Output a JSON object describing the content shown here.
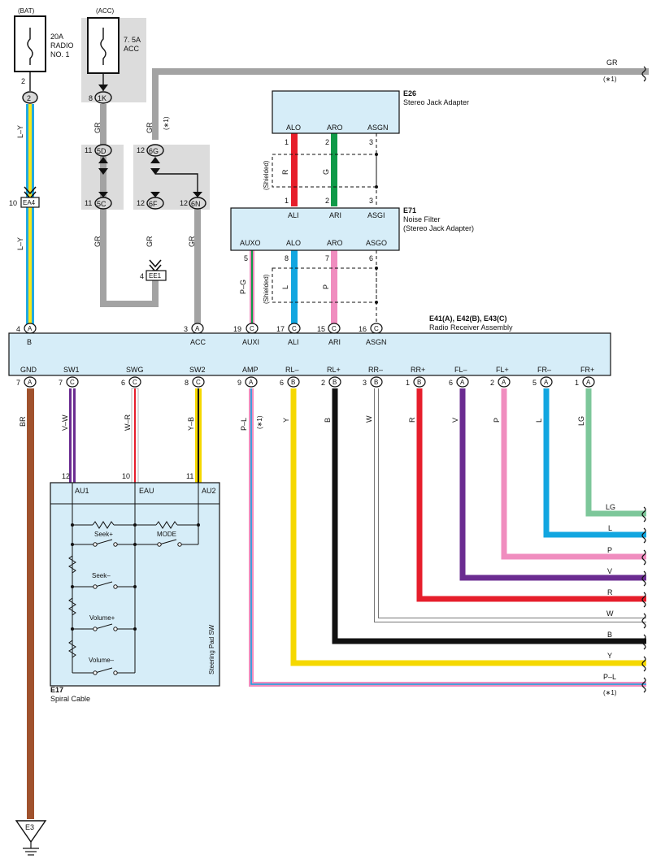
{
  "fuses": {
    "bat": {
      "supply": "(BAT)",
      "amp": "20A",
      "name": "RADIO",
      "no": "NO. 1",
      "pin": "2",
      "conn": "2"
    },
    "acc": {
      "supply": "(ACC)",
      "amp": "7. 5A",
      "name": "ACC",
      "pin": "8",
      "conn": "1K"
    }
  },
  "wires_left": {
    "bat_color": "L–Y",
    "bat_color2": "L–Y",
    "ea4_pin": "10",
    "ea4": "EA4",
    "acc_gr1": "GR",
    "acc_gr2": "GR",
    "j5d_pin": "11",
    "j5d": "5D",
    "j5c_pin": "11",
    "j5c": "5C",
    "gr_top": "GR",
    "star1_top": "(∗1)",
    "j6g_pin": "12",
    "j6g": "6G",
    "j6f_pin": "12",
    "j6f": "6F",
    "j6n_pin": "12",
    "j6n": "6N",
    "gr_mid": "GR",
    "gr_mid2": "GR",
    "ee1_pin": "4",
    "ee1": "EE1"
  },
  "top_gr": {
    "label": "GR",
    "note": "(∗1)"
  },
  "e26": {
    "code": "E26",
    "name": "Stereo Jack Adapter",
    "pins": [
      "ALO",
      "ARO",
      "ASGN"
    ],
    "nums": [
      "1",
      "2",
      "3"
    ],
    "shield": "(Shielded)",
    "wire1": "R",
    "wire2": "G"
  },
  "e71": {
    "code": "E71",
    "name": "Noise Filter",
    "name2": "(Stereo Jack Adapter)",
    "in_nums": [
      "1",
      "2",
      "3"
    ],
    "in_pins": [
      "ALI",
      "ARI",
      "ASGI"
    ],
    "out_pins": [
      "AUXO",
      "ALO",
      "ARO",
      "ASGO"
    ],
    "out_nums": [
      "5",
      "8",
      "7",
      "6"
    ],
    "shield": "(Shielded)",
    "wire_pg": "P–G",
    "wire1": "L",
    "wire2": "P"
  },
  "radio": {
    "code": "E41(A), E42(B), E43(C)",
    "name": "Radio Receiver Assembly",
    "top_pins": [
      {
        "num": "4",
        "conn": "A",
        "label": "B"
      },
      {
        "num": "3",
        "conn": "A",
        "label": "ACC"
      },
      {
        "num": "19",
        "conn": "C",
        "label": "AUXI"
      },
      {
        "num": "17",
        "conn": "C",
        "label": "ALI"
      },
      {
        "num": "15",
        "conn": "C",
        "label": "ARI"
      },
      {
        "num": "16",
        "conn": "C",
        "label": "ASGN"
      }
    ],
    "bottom_pins": [
      {
        "num": "7",
        "conn": "A",
        "label": "GND",
        "wire": "BR"
      },
      {
        "num": "7",
        "conn": "C",
        "label": "SW1",
        "wire": "V–W"
      },
      {
        "num": "6",
        "conn": "C",
        "label": "SWG",
        "wire": "W–R"
      },
      {
        "num": "8",
        "conn": "C",
        "label": "SW2",
        "wire": "Y–B"
      },
      {
        "num": "9",
        "conn": "A",
        "label": "AMP",
        "wire": "P–L"
      },
      {
        "num": "6",
        "conn": "B",
        "label": "RL–",
        "wire": "Y"
      },
      {
        "num": "2",
        "conn": "B",
        "label": "RL+",
        "wire": "B"
      },
      {
        "num": "3",
        "conn": "B",
        "label": "RR–",
        "wire": "W"
      },
      {
        "num": "1",
        "conn": "B",
        "label": "RR+",
        "wire": "R"
      },
      {
        "num": "6",
        "conn": "A",
        "label": "FL–",
        "wire": "V"
      },
      {
        "num": "2",
        "conn": "A",
        "label": "FL+",
        "wire": "P"
      },
      {
        "num": "5",
        "conn": "A",
        "label": "FR–",
        "wire": "L"
      },
      {
        "num": "1",
        "conn": "A",
        "label": "FR+",
        "wire": "LG"
      }
    ],
    "amp_note": "(∗1)"
  },
  "right_labels": [
    "LG",
    "L",
    "P",
    "V",
    "R",
    "W",
    "B",
    "Y",
    "P–L"
  ],
  "right_note": "(∗1)",
  "spiral": {
    "code": "E17",
    "name": "Spiral Cable",
    "pin_nums": [
      "12",
      "10",
      "11"
    ],
    "pins": [
      "AU1",
      "EAU",
      "AU2"
    ],
    "sw_title": "Steering Pad SW",
    "switches": [
      "Seek+",
      "MODE",
      "Seek–",
      "Volume+",
      "Volume–"
    ]
  },
  "ground": {
    "label": "E3"
  },
  "colors": {
    "GR": "#a3a3a3",
    "LY_blue": "#22a9e0",
    "LY_yellow": "#f8e71c",
    "BR": "#a0522d",
    "V": "#6b2c91",
    "R": "#e61e2b",
    "G": "#0f9a48",
    "L": "#12a6e0",
    "P": "#f08dbf",
    "LG": "#7dc79a",
    "Y": "#f5d800",
    "B": "#111111",
    "W": "#ffffff",
    "box": "#d6edf8",
    "shade": "#dcdcdc"
  }
}
